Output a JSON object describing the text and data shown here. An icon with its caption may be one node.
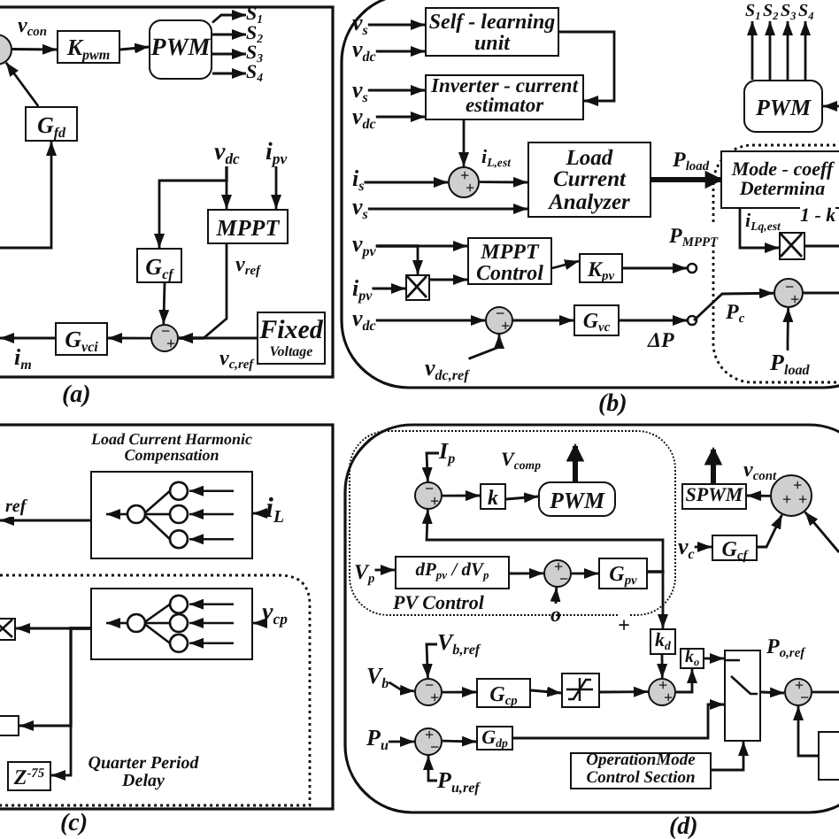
{
  "diagram": {
    "nodes": [
      {
        "text": [],
        "shape": "circle"
      },
      {
        "text": [
          "K$_{pwm}$"
        ]
      },
      {
        "text": [
          "PWM"
        ]
      },
      {
        "text": [
          "S$_{1}$"
        ]
      },
      {
        "text": [
          "S$_{2}$"
        ]
      },
      {
        "text": [
          "S$_{3}$"
        ]
      },
      {
        "text": [
          "S$_{4}$"
        ]
      },
      {
        "text": [
          "G$_{fd}$"
        ]
      },
      {
        "text": [
          "v$_{dc}$"
        ]
      },
      {
        "text": [
          "i$_{pv}$"
        ]
      },
      {
        "text": [
          "MPPT"
        ]
      },
      {
        "text": [
          "G$_{cf}$"
        ]
      },
      {
        "text": [
          "−",
          "+"
        ]
      },
      {
        "text": [
          "Fixed",
          "Voltage"
        ]
      },
      {
        "text": [
          "G$_{vci}$"
        ]
      },
      {
        "text": [
          "v$_{s}$"
        ]
      },
      {
        "text": [
          "v$_{dc}$"
        ]
      },
      {
        "text": [
          "v$_{s}$"
        ]
      },
      {
        "text": [
          "v$_{dc}$"
        ]
      },
      {
        "text": [
          "Self - learning unit"
        ]
      },
      {
        "text": [
          "Inverter - current estimator"
        ]
      },
      {
        "text": [
          "i$_{s}$"
        ]
      },
      {
        "text": [
          "+",
          "+"
        ]
      },
      {
        "text": [
          "v$_{s}$"
        ]
      },
      {
        "text": [
          "Load Current Analyzer"
        ]
      },
      {
        "text": [
          "Mode - coeff Determina"
        ]
      },
      {
        "text": [
          "PWM"
        ]
      },
      {
        "text": [
          "S$_{1}$"
        ]
      },
      {
        "text": [
          "S$_{2}$"
        ]
      },
      {
        "text": [
          "S$_{3}$"
        ]
      },
      {
        "text": [
          "S$_{4}$"
        ]
      },
      {
        "text": [
          "v$_{pv}$"
        ]
      },
      {
        "text": [
          "i$_{pv}$"
        ]
      },
      {
        "text": [],
        "shape": "box"
      },
      {
        "text": [
          "MPPT Control"
        ]
      },
      {
        "text": [
          "K$_{pv}$"
        ]
      },
      {
        "text": [
          "v$_{dc}$"
        ]
      },
      {
        "text": [
          "−",
          "+"
        ]
      },
      {
        "text": [
          "v$_{dc,ref}$"
        ]
      },
      {
        "text": [
          "G$_{vc}$"
        ]
      },
      {
        "text": [],
        "shape": "box"
      },
      {
        "text": [
          "−",
          "+"
        ]
      },
      {
        "text": [
          "P$_{load}$"
        ]
      },
      {
        "text": [
          "Load Current Harmonic Compensation"
        ]
      },
      {
        "text": [
          "i$_{L}$"
        ]
      },
      {
        "text": [],
        "shape": "box"
      },
      {
        "text": [
          "v$_{cp}$"
        ]
      },
      {
        "text": [],
        "shape": "box"
      },
      {
        "text": [],
        "shape": "box"
      },
      {
        "text": [
          "Z$^{-75}$"
        ]
      },
      {
        "text": [
          "PV Control"
        ]
      },
      {
        "text": [
          "I$_{p}$"
        ],
        "in": 50
      },
      {
        "text": [
          "−",
          "+"
        ],
        "in": 50
      },
      {
        "text": [
          "k"
        ],
        "in": 50
      },
      {
        "text": [
          "PWM"
        ],
        "in": 50
      },
      {
        "text": [
          "dP$_{pv}$ / dV$_{p}$"
        ],
        "in": 50
      },
      {
        "text": [
          "+",
          "−"
        ],
        "in": 50
      },
      {
        "text": [
          "o"
        ],
        "in": 50
      },
      {
        "text": [
          "G$_{pv}$"
        ],
        "in": 50
      },
      {
        "text": [
          "V$_{p}$"
        ],
        "in": 50
      },
      {
        "text": [
          "k$_{d}$"
        ]
      },
      {
        "text": [
          "V$_{b}$"
        ]
      },
      {
        "text": [
          "V$_{b,ref}$"
        ]
      },
      {
        "text": [
          "−",
          "+"
        ]
      },
      {
        "text": [
          "G$_{cp}$"
        ]
      },
      {
        "text": [],
        "shape": "box"
      },
      {
        "text": [
          "+",
          "+"
        ]
      },
      {
        "text": [
          "k$_{o}$"
        ]
      },
      {
        "text": [],
        "shape": "box"
      },
      {
        "text": [
          "P$_{u}$"
        ]
      },
      {
        "text": [
          "P$_{u,ref}$"
        ]
      },
      {
        "text": [
          "+",
          "−"
        ]
      },
      {
        "text": [
          "G$_{dp}$"
        ]
      },
      {
        "text": [
          "OperationMode Control Section"
        ]
      },
      {
        "text": [
          "+",
          "−"
        ]
      },
      {
        "text": [],
        "shape": "box"
      },
      {
        "text": [
          "SPWM"
        ]
      },
      {
        "text": [
          "+",
          "+",
          "+"
        ]
      },
      {
        "text": [
          "v$_{c}$"
        ]
      },
      {
        "text": [
          "G$_{cf}$"
        ]
      }
    ],
    "edges": [
      {
        "from": 0,
        "to": 1,
        "arrow": "to",
        "label": "v$_{con}$"
      },
      {
        "from": 1,
        "to": 2,
        "arrow": "to"
      },
      {
        "from": 2,
        "to": 3,
        "arrow": "to"
      },
      {
        "from": 2,
        "to": 4,
        "arrow": "to"
      },
      {
        "from": 2,
        "to": 5,
        "arrow": "to"
      },
      {
        "from": 2,
        "to": 6,
        "arrow": "to"
      },
      {
        "from": 7,
        "to": 0,
        "arrow": "to"
      },
      {
        "from": null,
        "to": 7,
        "arrow": "to"
      },
      {
        "from": 8,
        "to": 10,
        "arrow": "to"
      },
      {
        "from": 9,
        "to": 10,
        "arrow": "to"
      },
      {
        "from": 8,
        "to": 11,
        "arrow": "to"
      },
      {
        "from": 11,
        "to": 12,
        "arrow": "to"
      },
      {
        "from": 10,
        "to": 12,
        "arrow": "to"
      },
      {
        "from": 13,
        "to": 12,
        "arrow": "to"
      },
      {
        "from": 12,
        "to": 14,
        "arrow": "to"
      },
      {
        "from": 14,
        "to": null,
        "arrow": "to",
        "label": "i$_{m}$"
      },
      {
        "from": 15,
        "to": 19,
        "arrow": "to"
      },
      {
        "from": 16,
        "to": 19,
        "arrow": "to"
      },
      {
        "from": 17,
        "to": 20,
        "arrow": "to"
      },
      {
        "from": 18,
        "to": 20,
        "arrow": "to"
      },
      {
        "from": 19,
        "to": 20,
        "arrow": "to"
      },
      {
        "from": 20,
        "to": 22,
        "arrow": "to"
      },
      {
        "from": 21,
        "to": 22,
        "arrow": "to"
      },
      {
        "from": 22,
        "to": 24,
        "arrow": "to",
        "label": "i$_{L,est}$"
      },
      {
        "from": 23,
        "to": 24,
        "arrow": "to"
      },
      {
        "from": 24,
        "to": 25,
        "arrow": "to",
        "label": "P$_{load}$",
        "style": "thick"
      },
      {
        "from": null,
        "to": 26,
        "arrow": "to"
      },
      {
        "from": 26,
        "to": 27,
        "arrow": "to"
      },
      {
        "from": 26,
        "to": 28,
        "arrow": "to"
      },
      {
        "from": 26,
        "to": 29,
        "arrow": "to"
      },
      {
        "from": 26,
        "to": 30,
        "arrow": "to"
      },
      {
        "from": 31,
        "to": 34,
        "arrow": "to"
      },
      {
        "from": 31,
        "to": 33,
        "arrow": "to"
      },
      {
        "from": 32,
        "to": 33,
        "arrow": "to"
      },
      {
        "from": 33,
        "to": 34,
        "arrow": "to"
      },
      {
        "from": 34,
        "to": 35,
        "arrow": "to"
      },
      {
        "from": 35,
        "to": null,
        "arrow": "to",
        "label": "P$_{MPPT}$"
      },
      {
        "from": 36,
        "to": 37,
        "arrow": "to"
      },
      {
        "from": 38,
        "to": 37,
        "arrow": "to"
      },
      {
        "from": 37,
        "to": 39,
        "arrow": "to"
      },
      {
        "from": 39,
        "to": null,
        "arrow": "to",
        "label": "ΔP"
      },
      {
        "from": null,
        "to": 41,
        "arrow": "to",
        "label": "P$_{c}$"
      },
      {
        "from": 42,
        "to": 41,
        "arrow": "to"
      },
      {
        "from": 25,
        "to": 40,
        "arrow": "to",
        "label": "i$_{Lq,est}$"
      },
      {
        "from": 41,
        "to": null,
        "arrow": "none"
      },
      {
        "from": 40,
        "to": null,
        "arrow": "none"
      },
      {
        "from": 44,
        "to": 43,
        "arrow": "to"
      },
      {
        "from": 43,
        "to": null,
        "arrow": "to",
        "label": "ref"
      },
      {
        "from": 46,
        "to": 45,
        "arrow": "to"
      },
      {
        "from": 45,
        "to": 47,
        "arrow": "to"
      },
      {
        "from": 45,
        "to": 48,
        "arrow": "to"
      },
      {
        "from": 45,
        "to": 49,
        "arrow": "to"
      },
      {
        "from": 51,
        "to": 52,
        "arrow": "to"
      },
      {
        "from": 52,
        "to": 53,
        "arrow": "to"
      },
      {
        "from": 53,
        "to": 54,
        "arrow": "to",
        "label": "V$_{comp}$"
      },
      {
        "from": 54,
        "to": null,
        "arrow": "to",
        "style": "thick"
      },
      {
        "from": 59,
        "to": 55,
        "arrow": "to"
      },
      {
        "from": 55,
        "to": 56,
        "arrow": "to"
      },
      {
        "from": 57,
        "to": 56,
        "arrow": "to"
      },
      {
        "from": 56,
        "to": 58,
        "arrow": "to"
      },
      {
        "from": 58,
        "to": 60,
        "arrow": "to"
      },
      {
        "from": 58,
        "to": 52,
        "arrow": "to"
      },
      {
        "from": 61,
        "to": 63,
        "arrow": "to"
      },
      {
        "from": 62,
        "to": 63,
        "arrow": "to"
      },
      {
        "from": 63,
        "to": 64,
        "arrow": "to"
      },
      {
        "from": 64,
        "to": 65,
        "arrow": "to"
      },
      {
        "from": 65,
        "to": 66,
        "arrow": "to"
      },
      {
        "from": 60,
        "to": 66,
        "arrow": "to"
      },
      {
        "from": 66,
        "to": 67,
        "arrow": "to"
      },
      {
        "from": 67,
        "to": 68,
        "arrow": "to"
      },
      {
        "from": 68,
        "to": 74,
        "arrow": "to"
      },
      {
        "from": 72,
        "to": 68,
        "arrow": "to"
      },
      {
        "from": 73,
        "to": 68,
        "arrow": "to"
      },
      {
        "from": 69,
        "to": 71,
        "arrow": "to"
      },
      {
        "from": 70,
        "to": 71,
        "arrow": "to"
      },
      {
        "from": 71,
        "to": 72,
        "arrow": "to"
      },
      {
        "from": 74,
        "to": null,
        "arrow": "none"
      },
      {
        "from": 75,
        "to": 74,
        "arrow": "to"
      },
      {
        "from": 78,
        "to": 79,
        "arrow": "to"
      },
      {
        "from": 79,
        "to": 77,
        "arrow": "to"
      },
      {
        "from": 77,
        "to": 76,
        "arrow": "to",
        "label": "v$_{cont}$"
      },
      {
        "from": 76,
        "to": null,
        "arrow": "to",
        "style": "thick"
      },
      {
        "from": null,
        "to": 77,
        "arrow": "to"
      }
    ],
    "labels": [
      "v$_{ref}$",
      "v$_{c,ref}$",
      "(a)",
      "1 - k",
      "(b)",
      "Quarter Period Delay",
      "(c)",
      "+",
      "P$_{o,ref}$",
      "(d)"
    ]
  }
}
